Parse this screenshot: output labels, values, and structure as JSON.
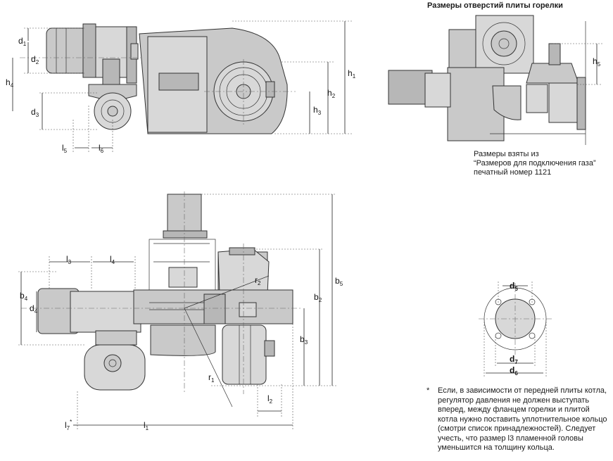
{
  "header": {
    "title": "Размеры отверстий плиты горелки"
  },
  "source_note": {
    "line1": "Размеры взяты из",
    "line2": "“Размеров для подключения газа”",
    "line3": "печатный номер 1121"
  },
  "footnote": {
    "marker": "*",
    "text": "Если, в зависимости от передней плиты котла, регулятор давления не должен выступать вперед, между фланцем горелки и плитой котла нужно поставить уплотнительное кольцо (смотри список принадлежностей). Следует учесть, что размер l3 пламенной головы уменьшится на толщину кольца."
  },
  "dimension_labels": {
    "d1": {
      "base": "d",
      "sub": "1"
    },
    "d2": {
      "base": "d",
      "sub": "2"
    },
    "d3": {
      "base": "d",
      "sub": "3"
    },
    "d4": {
      "base": "d",
      "sub": "4"
    },
    "d5": {
      "base": "d",
      "sub": "5"
    },
    "d6": {
      "base": "d",
      "sub": "6"
    },
    "d7": {
      "base": "d",
      "sub": "7"
    },
    "h1": {
      "base": "h",
      "sub": "1"
    },
    "h2": {
      "base": "h",
      "sub": "2"
    },
    "h3": {
      "base": "h",
      "sub": "3"
    },
    "h4": {
      "base": "h",
      "sub": "4"
    },
    "h5": {
      "base": "h",
      "sub": "5"
    },
    "l1": {
      "base": "l",
      "sub": "1"
    },
    "l2": {
      "base": "l",
      "sub": "2"
    },
    "l3": {
      "base": "l",
      "sub": "3"
    },
    "l4": {
      "base": "l",
      "sub": "4"
    },
    "l5": {
      "base": "l",
      "sub": "5"
    },
    "l6": {
      "base": "l",
      "sub": "6"
    },
    "l7": {
      "base": "l",
      "sub": "7",
      "mark": "*"
    },
    "b2": {
      "base": "b",
      "sub": "2"
    },
    "b3": {
      "base": "b",
      "sub": "3"
    },
    "b4": {
      "base": "b",
      "sub": "4"
    },
    "b5": {
      "base": "b",
      "sub": "5"
    },
    "r1": {
      "base": "r",
      "sub": "1"
    },
    "r2": {
      "base": "r",
      "sub": "2"
    }
  }
}
